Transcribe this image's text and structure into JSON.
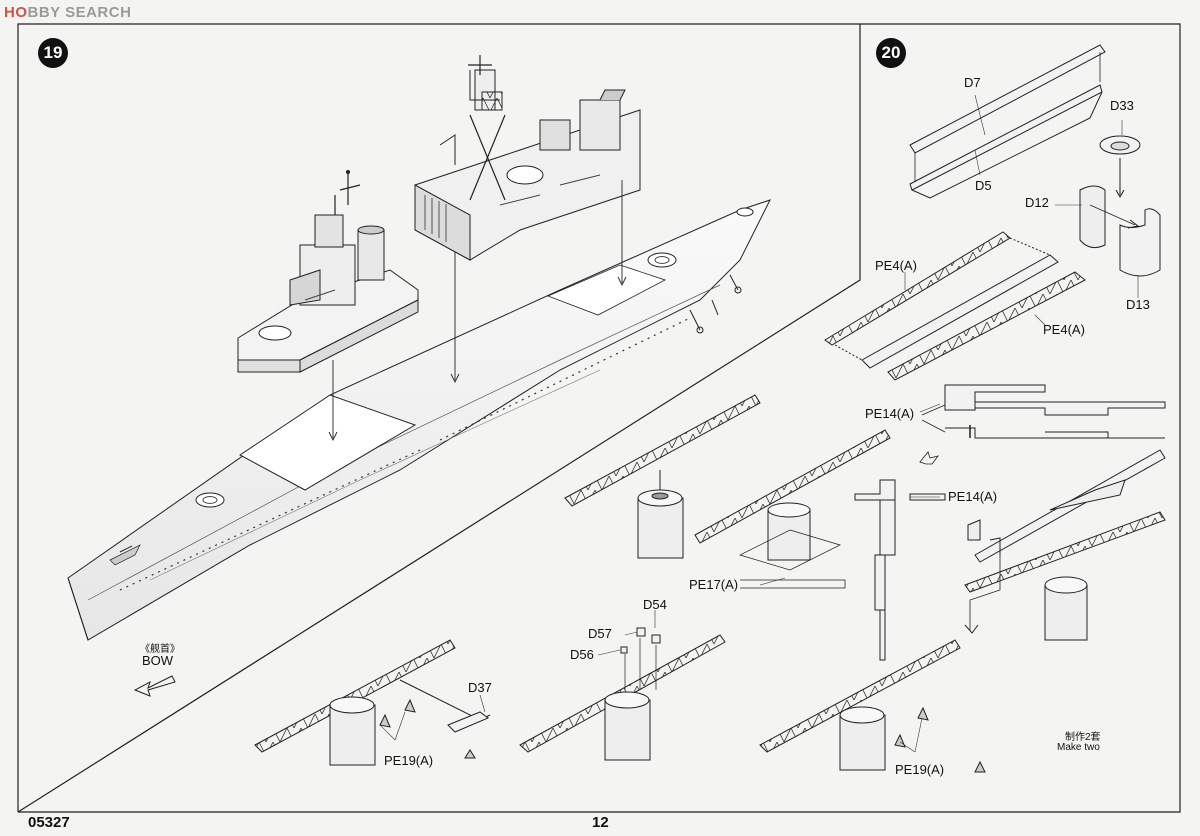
{
  "watermark": {
    "logo_a": "H",
    "logo_b": "O",
    "logo_c": "BBY SEARCH"
  },
  "steps": {
    "left": "19",
    "right": "20"
  },
  "labels": {
    "bow_cn": "《舰首》",
    "bow": "BOW",
    "d7": "D7",
    "d5": "D5",
    "d33": "D33",
    "d12": "D12",
    "d13": "D13",
    "pe4a_1": "PE4(A)",
    "pe4a_2": "PE4(A)",
    "pe14a_1": "PE14(A)",
    "pe14a_2": "PE14(A)",
    "pe17a": "PE17(A)",
    "d54": "D54",
    "d57": "D57",
    "d56": "D56",
    "d37": "D37",
    "pe19a_1": "PE19(A)",
    "pe19a_2": "PE19(A)",
    "make_two_cn": "制作2套",
    "make_two": "Make two"
  },
  "footer": {
    "code": "05327",
    "page": "12"
  }
}
